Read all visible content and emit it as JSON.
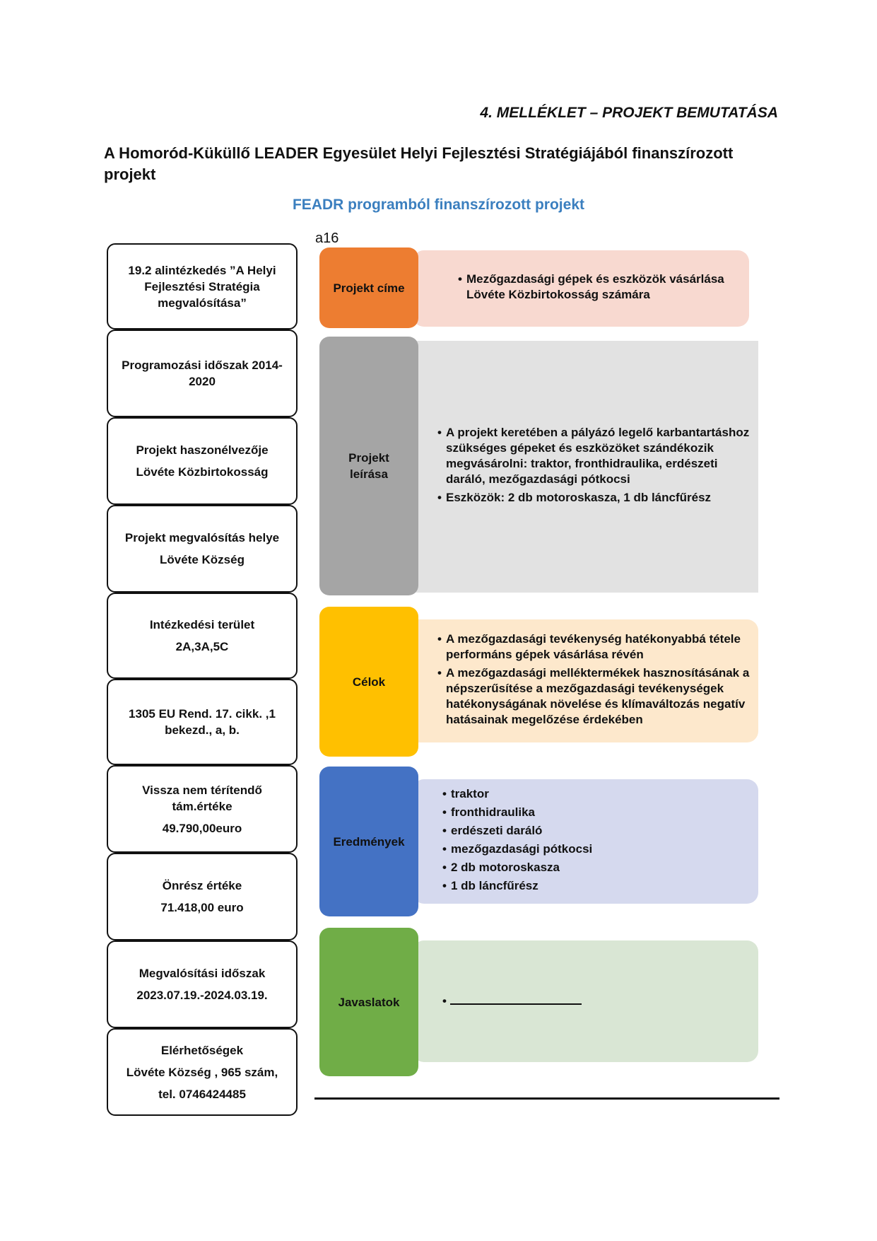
{
  "annex_title": "4. MELLÉKLET – PROJEKT BEMUTATÁSA",
  "main_title": "A Homoród-Küküllő LEADER Egyesület Helyi Fejlesztési Stratégiájából finanszírozott projekt",
  "sub_title": "FEADR programból finanszírozott projekt",
  "code": "a16",
  "left_boxes": [
    {
      "line1": "19.2 alintézkedés ”A Helyi Fejlesztési Stratégia megvalósítása”",
      "line2": ""
    },
    {
      "line1": "Programozási időszak  2014-2020",
      "line2": ""
    },
    {
      "line1": "Projekt haszonélvezője",
      "line2": "Lövéte Közbirtokosság"
    },
    {
      "line1": "Projekt megvalósítás helye",
      "line2": "Lövéte Község"
    },
    {
      "line1": "Intézkedési terület",
      "line2": "2A,3A,5C"
    },
    {
      "line1": "1305 EU Rend.  17. cikk. ,1 bekezd., a, b.",
      "line2": ""
    },
    {
      "line1": "Vissza nem térítendő tám.értéke",
      "line2": "49.790,00euro"
    },
    {
      "line1": "Önrész értéke",
      "line2": "71.418,00 euro"
    },
    {
      "line1": "Megvalósítási időszak",
      "line2": "2023.07.19.-2024.03.19."
    },
    {
      "line1": "Elérhetőségek",
      "line2": "Lövéte Község , 965 szám,",
      "line3": "tel. 0746424485"
    }
  ],
  "sections": [
    {
      "label": "Projekt címe",
      "items": [
        "Mezőgazdasági gépek és eszközök vásárlása Lövéte Közbirtokosság számára"
      ]
    },
    {
      "label": "Projekt leírása",
      "items": [
        "A projekt keretében a pályázó  legelő karbantartáshoz szükséges gépeket és eszközöket szándékozik megvásárolni: traktor, fronthidraulika, erdészeti daráló, mezőgazdasági pótkocsi",
        "Eszközök: 2 db motoroskasza, 1 db láncfűrész"
      ]
    },
    {
      "label": "Célok",
      "items": [
        " A mezőgazdasági tevékenység hatékonyabbá tétele performáns gépek vásárlása révén",
        "A mezőgazdasági melléktermékek hasznosításának a népszerűsítése a mezőgazdasági tevékenységek hatékonyságának növelése és klímaváltozás negatív hatásainak megelőzése érdekében"
      ]
    },
    {
      "label": "Eredmények",
      "items": [
        "traktor",
        "fronthidraulika",
        "erdészeti daráló",
        "mezőgazdasági pótkocsi",
        "2 db motoroskasza",
        "1 db láncfűrész"
      ]
    },
    {
      "label": "Javaslatok",
      "items": []
    }
  ],
  "colors": {
    "orange": "#ed7d31",
    "orange_light": "#f8d9d0",
    "gray": "#a5a5a5",
    "gray_light": "#e2e2e2",
    "gold": "#ffc000",
    "gold_light": "#fde8cc",
    "blue": "#4472c4",
    "blue_light": "#d5d9ee",
    "green": "#70ad47",
    "green_light": "#d9e6d4",
    "subtitle": "#3b7fbf"
  }
}
